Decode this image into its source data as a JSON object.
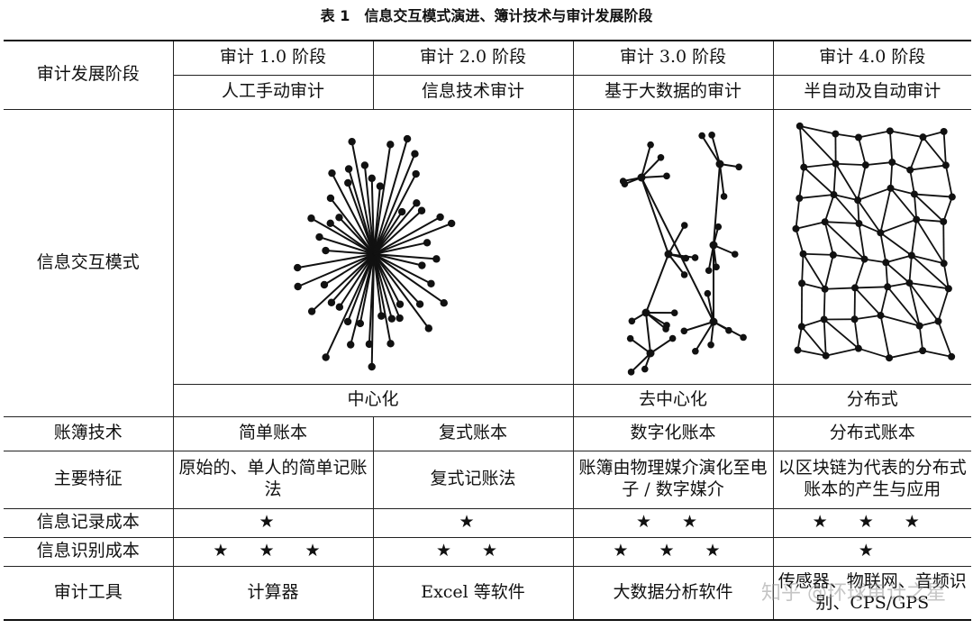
{
  "title": "表 1　信息交互模式演进、簿计技术与审计发展阶段",
  "row_headers": {
    "stage": "审计发展阶段",
    "interaction": "信息交互模式",
    "ledger": "账簿技术",
    "features": "主要特征",
    "record_cost": "信息记录成本",
    "identify_cost": "信息识别成本",
    "tools": "审计工具"
  },
  "stages": [
    {
      "name": "审计 1.0 阶段",
      "desc": "人工手动审计",
      "ledger": "简单账本",
      "features": "原始的、单人的简单记账法",
      "record_stars": "★",
      "identify_stars": "★ ★ ★",
      "tools": "计算器"
    },
    {
      "name": "审计 2.0 阶段",
      "desc": "信息技术审计",
      "ledger": "复式账本",
      "features": "复式记账法",
      "record_stars": "★",
      "identify_stars": "★ ★",
      "tools": "Excel 等软件"
    },
    {
      "name": "审计 3.0 阶段",
      "desc": "基于大数据的审计",
      "ledger": "数字化账本",
      "features": "账簿由物理媒介演化至电子 / 数字媒介",
      "record_stars": "★ ★",
      "identify_stars": "★ ★ ★",
      "tools": "大数据分析软件"
    },
    {
      "name": "审计 4.0 阶段",
      "desc": "半自动及自动审计",
      "ledger": "分布式账本",
      "features": "以区块链为代表的分布式账本的产生与应用",
      "record_stars": "★ ★ ★",
      "identify_stars": "★",
      "tools": "传感器、物联网、音频识别、CPS/GPS"
    }
  ],
  "modes": {
    "centralized": "中心化",
    "decentralized": "去中心化",
    "distributed": "分布式"
  },
  "watermark": "知乎 @环球审计之星"
}
